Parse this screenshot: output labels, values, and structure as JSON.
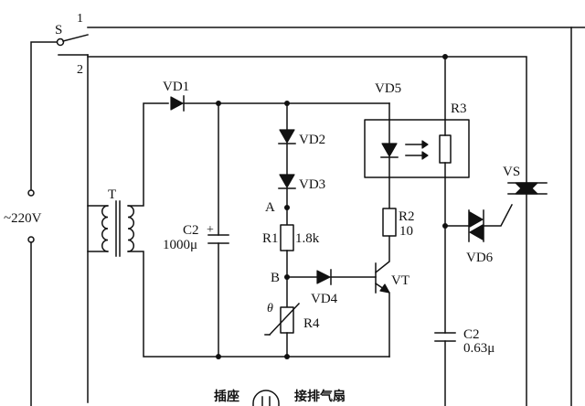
{
  "labels": {
    "switch": "S",
    "terminal_1": "1",
    "terminal_2": "2",
    "mains": "~220V",
    "transformer": "T",
    "vd1": "VD1",
    "vd2": "VD2",
    "vd3": "VD3",
    "vd4": "VD4",
    "vd5": "VD5",
    "vd6": "VD6",
    "vs": "VS",
    "r1": "R1",
    "r1_value": "1.8k",
    "r2": "R2",
    "r2_value": "10",
    "r3": "R3",
    "r4": "R4",
    "r4_theta": "θ",
    "c2_left": "C2",
    "c2_left_polarity": "+",
    "c2_left_value": "1000μ",
    "c2_right": "C2",
    "c2_right_value": "0.63μ",
    "node_a": "A",
    "node_b": "B",
    "transistor": "VT",
    "socket": "插座",
    "exhaust_fan": "接排气扇"
  }
}
